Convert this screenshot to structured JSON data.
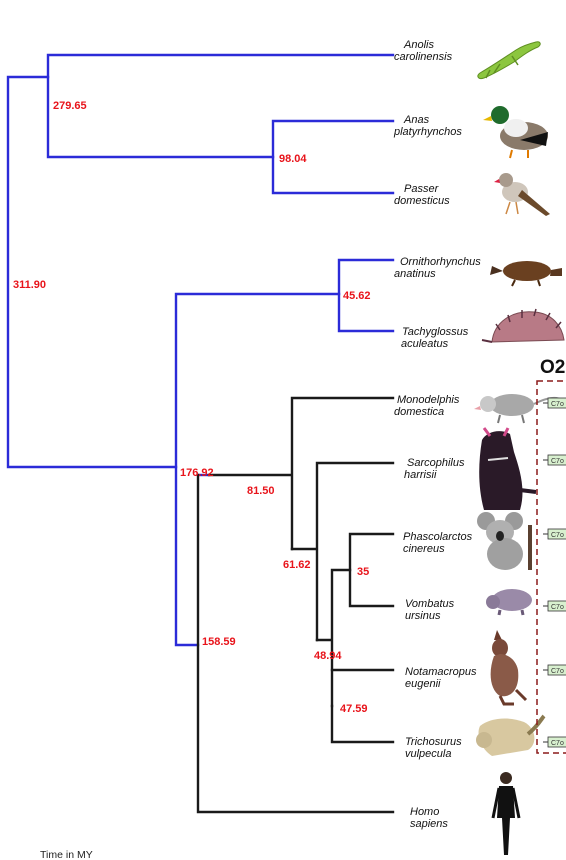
{
  "colors": {
    "ancient_branch": "#2b2bd8",
    "marsupial_branch": "#1a1a1a",
    "node_age": "#e8141b",
    "box_outline": "#8b1a1a",
    "gene_fill": "#d8f0cf"
  },
  "taxa": [
    {
      "genus": "Anolis",
      "species": "carolinensis",
      "icon": "lizard-icon"
    },
    {
      "genus": "Anas",
      "species": "platyrhynchos",
      "icon": "duck-icon"
    },
    {
      "genus": "Passer",
      "species": "domesticus",
      "icon": "sparrow-icon"
    },
    {
      "genus": "Ornithorhynchus",
      "species": "anatinus",
      "icon": "platypus-icon"
    },
    {
      "genus": "Tachyglossus",
      "species": "aculeatus",
      "icon": "echidna-icon"
    },
    {
      "genus": "Monodelphis",
      "species": "domestica",
      "icon": "opossum-icon"
    },
    {
      "genus": "Sarcophilus",
      "species": "harrisii",
      "icon": "tasmanian-devil-icon"
    },
    {
      "genus": "Phascolarctos",
      "species": "cinereus",
      "icon": "koala-icon"
    },
    {
      "genus": "Vombatus",
      "species": "ursinus",
      "icon": "wombat-icon"
    },
    {
      "genus": "Notamacropus",
      "species": "eugenii",
      "icon": "wallaby-icon"
    },
    {
      "genus": "Trichosurus",
      "species": "vulpecula",
      "icon": "possum-icon"
    },
    {
      "genus": "Homo",
      "species": "sapiens",
      "icon": "human-icon"
    }
  ],
  "node_ages": {
    "root": "311.90",
    "reptiles_birds": "279.65",
    "birds": "98.04",
    "monotremes": "45.62",
    "mammals": "176.92",
    "therians": "158.59",
    "marsupials": "81.50",
    "australidelphia": "61.62",
    "vombatiformes": "35",
    "diprotodontia": "48.94",
    "phalangerida": "47.59"
  },
  "axis_caption": "Time in MY",
  "box_heading": "O2",
  "gene_label": "C7o"
}
